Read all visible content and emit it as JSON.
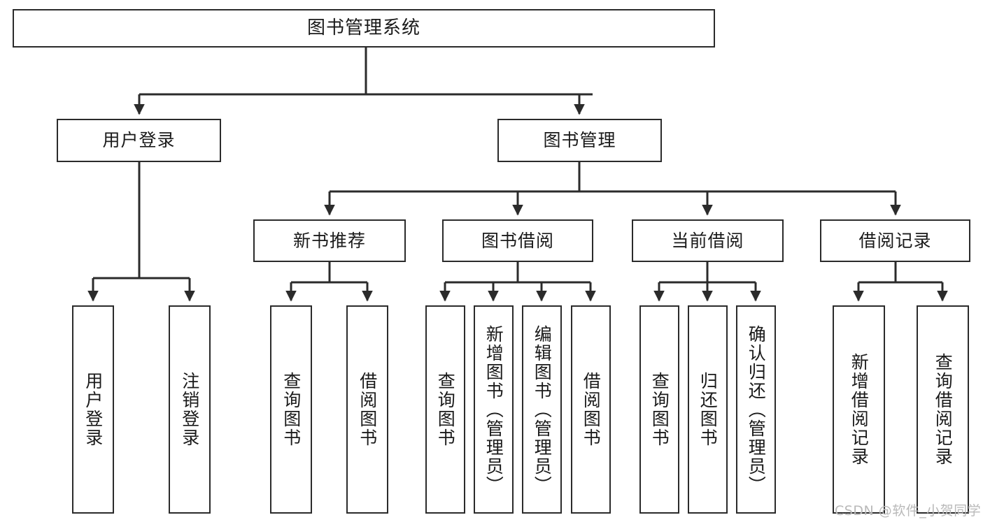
{
  "diagram": {
    "title": "图书管理系统",
    "type": "tree-hierarchy-diagram",
    "root": {
      "label": "图书管理系统"
    },
    "level2": [
      {
        "label": "用户登录"
      },
      {
        "label": "图书管理"
      }
    ],
    "level3": [
      {
        "label": "新书推荐"
      },
      {
        "label": "图书借阅"
      },
      {
        "label": "当前借阅"
      },
      {
        "label": "借阅记录"
      }
    ],
    "leaves": {
      "user_login": [
        {
          "label": "用户登录"
        },
        {
          "label": "注销登录"
        }
      ],
      "new_book_recommend": [
        {
          "label": "查询图书"
        },
        {
          "label": "借阅图书"
        }
      ],
      "book_borrow": [
        {
          "label": "查询图书"
        },
        {
          "label": "新增图书（管理员）"
        },
        {
          "label": "编辑图书（管理员）"
        },
        {
          "label": "借阅图书"
        }
      ],
      "current_borrow": [
        {
          "label": "查询图书"
        },
        {
          "label": "归还图书"
        },
        {
          "label": "确认归还（管理员）"
        }
      ],
      "borrow_record": [
        {
          "label": "新增借阅记录"
        },
        {
          "label": "查询借阅记录"
        }
      ]
    }
  },
  "watermark": {
    "text": "CSDN @软件_小贺同学"
  },
  "colors": {
    "box_border": "#2b2b2b",
    "box_fill": "#ffffff",
    "connector": "#2b2b2b",
    "text": "#1a1a1a",
    "watermark": "#b9b9b9"
  }
}
